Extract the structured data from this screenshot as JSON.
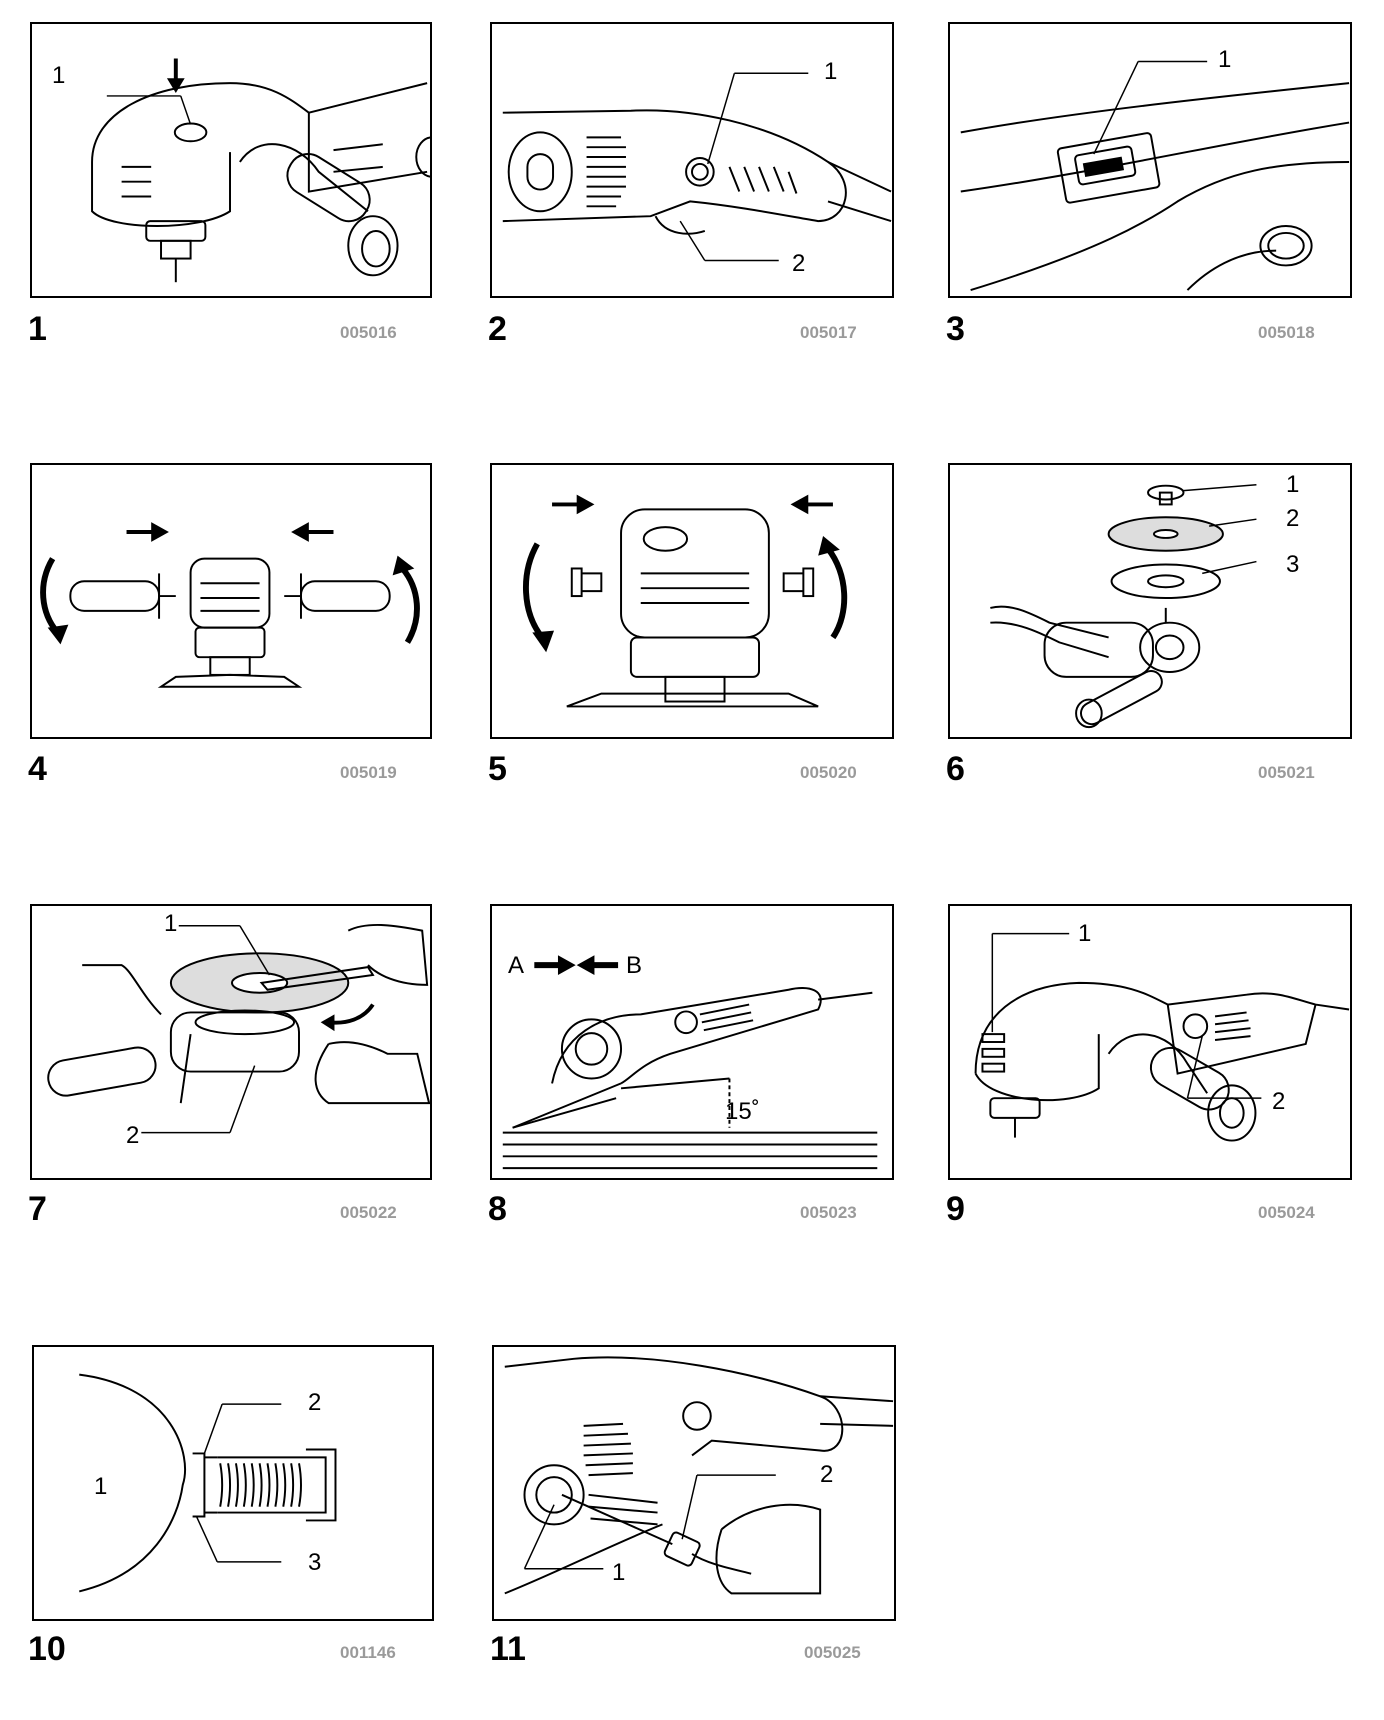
{
  "figures": [
    {
      "num": "1",
      "code": "005016",
      "callouts": [
        "1"
      ]
    },
    {
      "num": "2",
      "code": "005017",
      "callouts": [
        "1",
        "2"
      ]
    },
    {
      "num": "3",
      "code": "005018",
      "callouts": [
        "1"
      ]
    },
    {
      "num": "4",
      "code": "005019",
      "callouts": []
    },
    {
      "num": "5",
      "code": "005020",
      "callouts": []
    },
    {
      "num": "6",
      "code": "005021",
      "callouts": [
        "1",
        "2",
        "3"
      ]
    },
    {
      "num": "7",
      "code": "005022",
      "callouts": [
        "1",
        "2"
      ]
    },
    {
      "num": "8",
      "code": "005023",
      "callouts": [
        "A",
        "B"
      ],
      "angle": "15˚"
    },
    {
      "num": "9",
      "code": "005024",
      "callouts": [
        "1",
        "2"
      ]
    },
    {
      "num": "10",
      "code": "001146",
      "callouts": [
        "1",
        "2",
        "3"
      ]
    },
    {
      "num": "11",
      "code": "005025",
      "callouts": [
        "1",
        "2"
      ]
    }
  ]
}
